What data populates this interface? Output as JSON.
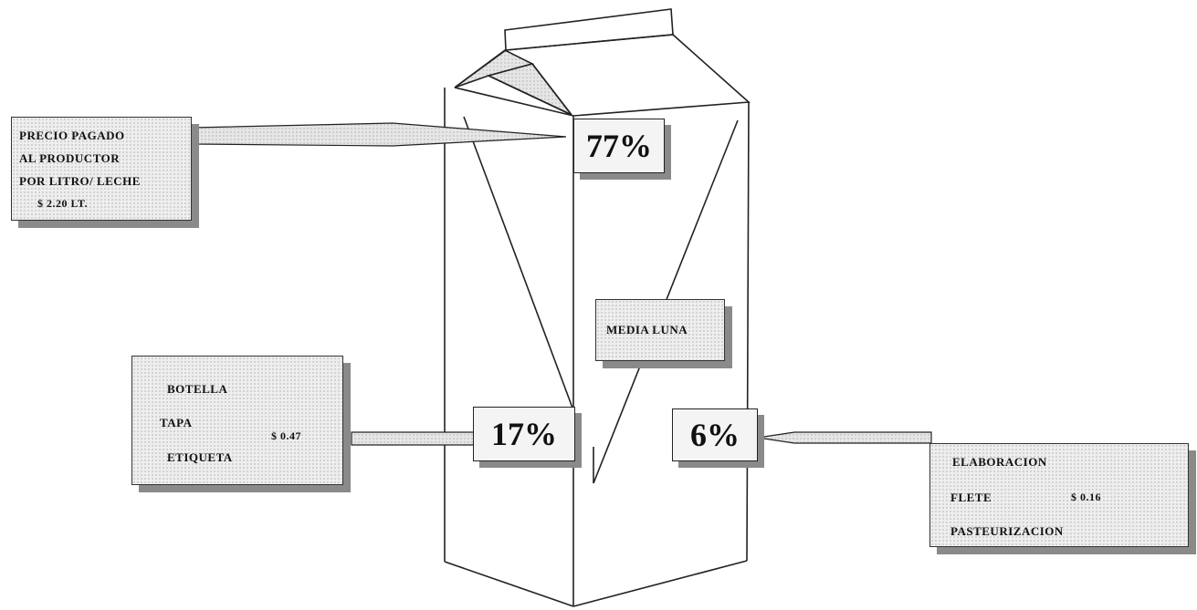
{
  "diagram": {
    "percentages": {
      "producer": "77%",
      "packaging": "17%",
      "processing": "6%"
    },
    "media_luna_label": "MEDIA LUNA",
    "producer_box": {
      "line1": "PRECIO PAGADO",
      "line2": "AL PRODUCTOR",
      "line3": "POR LITRO/ LECHE",
      "line4": "$ 2.20 LT."
    },
    "packaging_box": {
      "item1": "BOTELLA",
      "item2": "TAPA",
      "cost": "$ 0.47",
      "item3": "ETIQUETA"
    },
    "processing_box": {
      "item1": "ELABORACION",
      "item2": "FLETE",
      "cost": "$ 0.16",
      "item3": "PASTEURIZACION"
    }
  },
  "colors": {
    "line": "#222222",
    "shadow": "#8a8a8a",
    "box_fill": "#eeeeee",
    "arrow_fill": "#d6d6d6"
  }
}
